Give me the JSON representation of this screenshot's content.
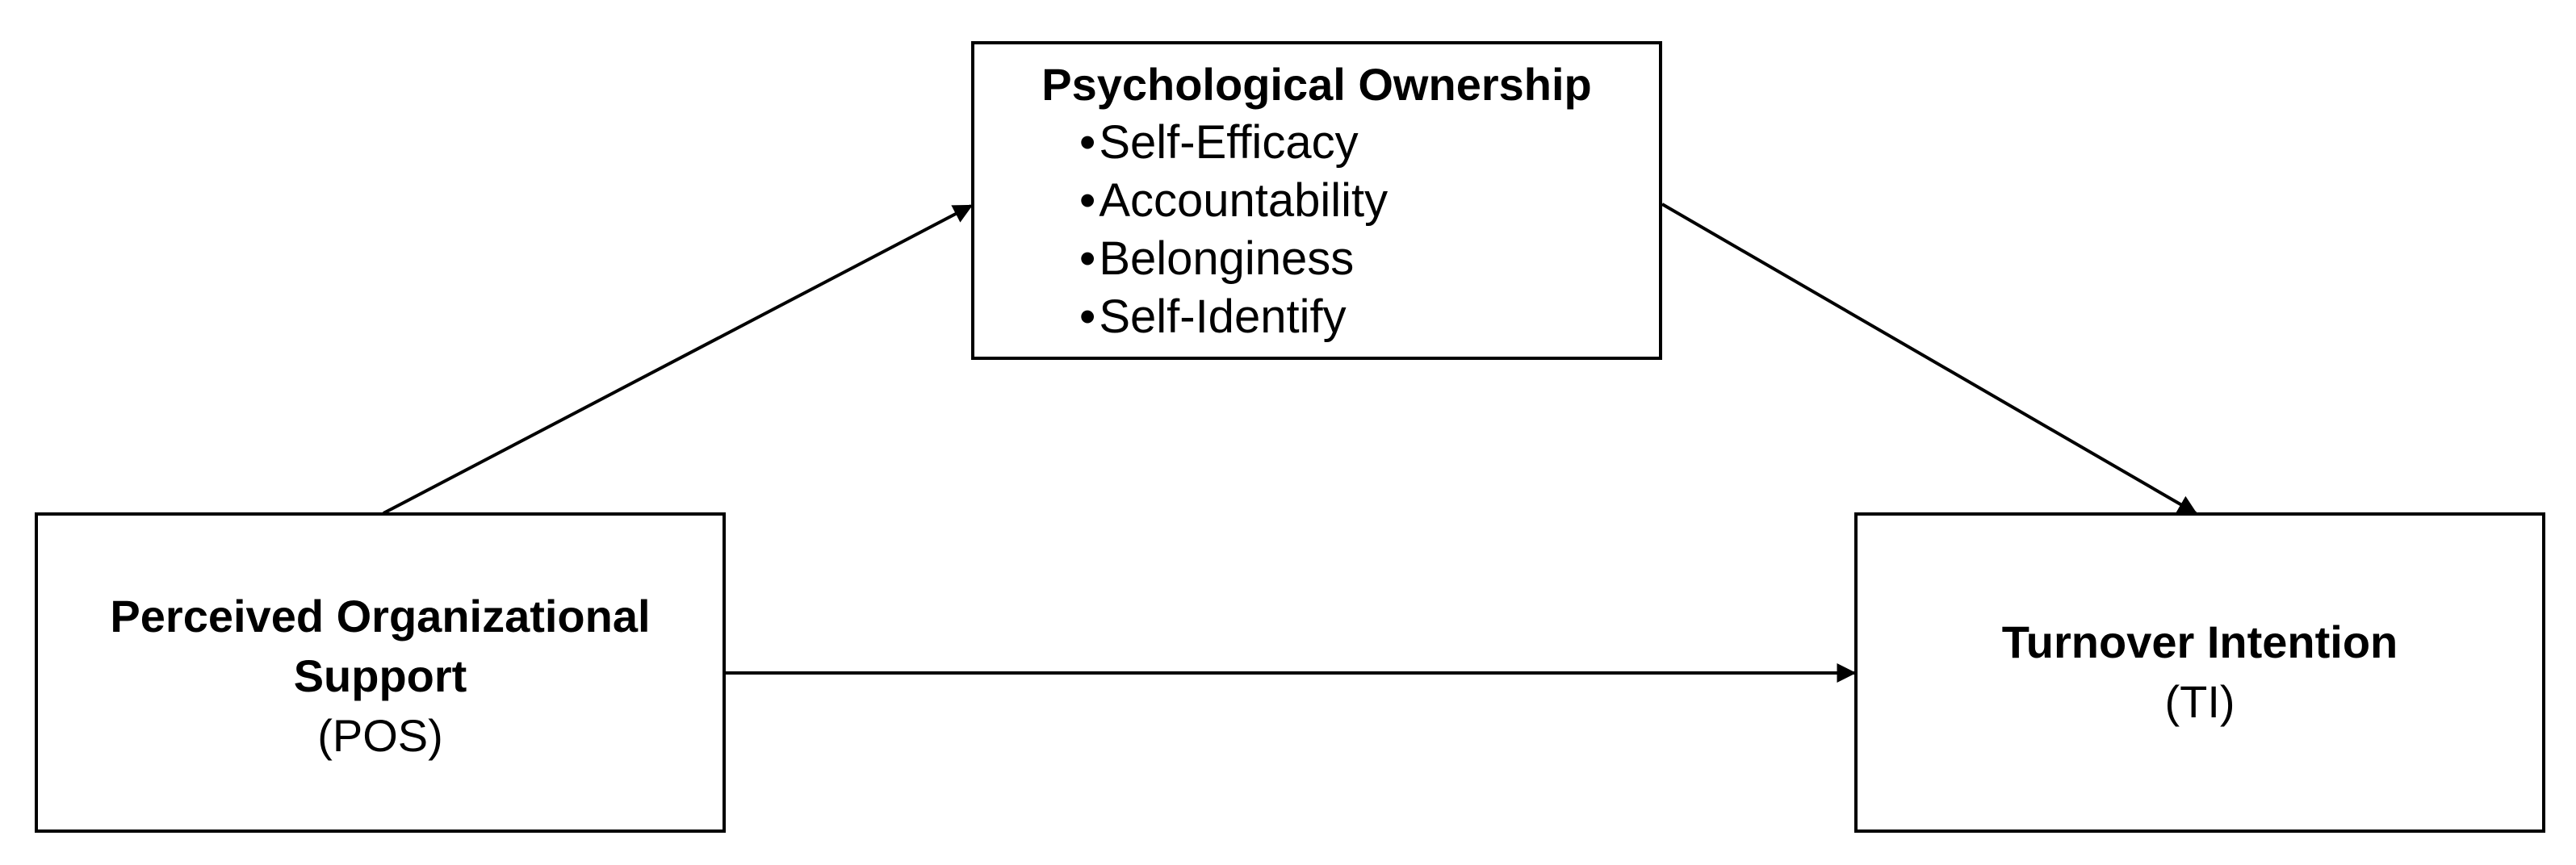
{
  "nodes": {
    "psychological_ownership": {
      "title": "Psychological Ownership",
      "items": [
        "Self-Efficacy",
        "Accountability",
        "Belonginess",
        "Self-Identify"
      ]
    },
    "pos": {
      "title_line1": "Perceived Organizational",
      "title_line2": "Support",
      "abbr": "(POS)"
    },
    "ti": {
      "title": "Turnover Intention",
      "abbr": "(TI)"
    }
  },
  "edges": [
    {
      "from": "pos",
      "to": "psychological_ownership"
    },
    {
      "from": "psychological_ownership",
      "to": "ti"
    },
    {
      "from": "pos",
      "to": "ti"
    }
  ],
  "colors": {
    "line": "#000000",
    "box_border": "#000000",
    "background": "#ffffff"
  }
}
